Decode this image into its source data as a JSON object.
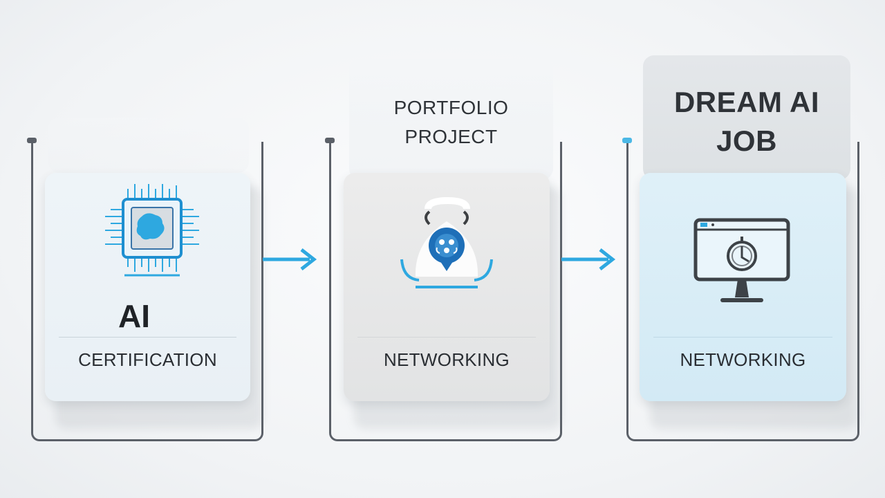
{
  "steps": [
    {
      "header": "",
      "title": "AI",
      "label": "CERTIFICATION",
      "icon": "chip-icon",
      "card_color": "#eaf1f6"
    },
    {
      "header_line1": "PORTFOLIO",
      "header_line2": "PROJECT",
      "label": "NETWORKING",
      "icon": "network-location-icon",
      "card_color": "#e4e5e6"
    },
    {
      "header_line1": "DREAM AI",
      "header_line2": "JOB",
      "label": "NETWORKING",
      "icon": "monitor-clock-icon",
      "card_color": "#d8edf7"
    }
  ],
  "colors": {
    "accent": "#2ea8e0",
    "bracket": "#5b6068",
    "text": "#2a2e33"
  }
}
